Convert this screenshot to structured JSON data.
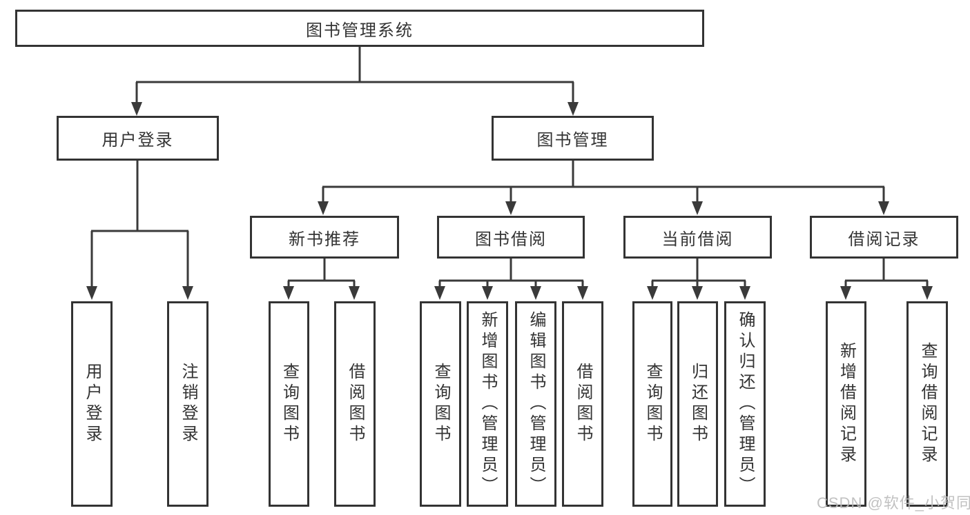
{
  "tree": {
    "root": {
      "label": "图书管理系统",
      "children": [
        {
          "label": "用户登录",
          "children": [
            {
              "label": "用户登录"
            },
            {
              "label": "注销登录"
            }
          ]
        },
        {
          "label": "图书管理",
          "children": [
            {
              "label": "新书推荐",
              "children": [
                {
                  "label": "查询图书"
                },
                {
                  "label": "借阅图书"
                }
              ]
            },
            {
              "label": "图书借阅",
              "children": [
                {
                  "label": "查询图书"
                },
                {
                  "label": "新增图书（管理员）"
                },
                {
                  "label": "编辑图书（管理员）"
                },
                {
                  "label": "借阅图书"
                }
              ]
            },
            {
              "label": "当前借阅",
              "children": [
                {
                  "label": "查询图书"
                },
                {
                  "label": "归还图书"
                },
                {
                  "label": "确认归还（管理员）"
                }
              ]
            },
            {
              "label": "借阅记录",
              "children": [
                {
                  "label": "新增借阅记录"
                },
                {
                  "label": "查询借阅记录"
                }
              ]
            }
          ]
        }
      ]
    }
  },
  "watermark": {
    "text": "CSDN @软件_小贺同学"
  },
  "colors": {
    "line": "#3a3a3a",
    "border": "#333333",
    "text": "#333333",
    "watermark": "#bcbcbc",
    "background": "#ffffff"
  }
}
